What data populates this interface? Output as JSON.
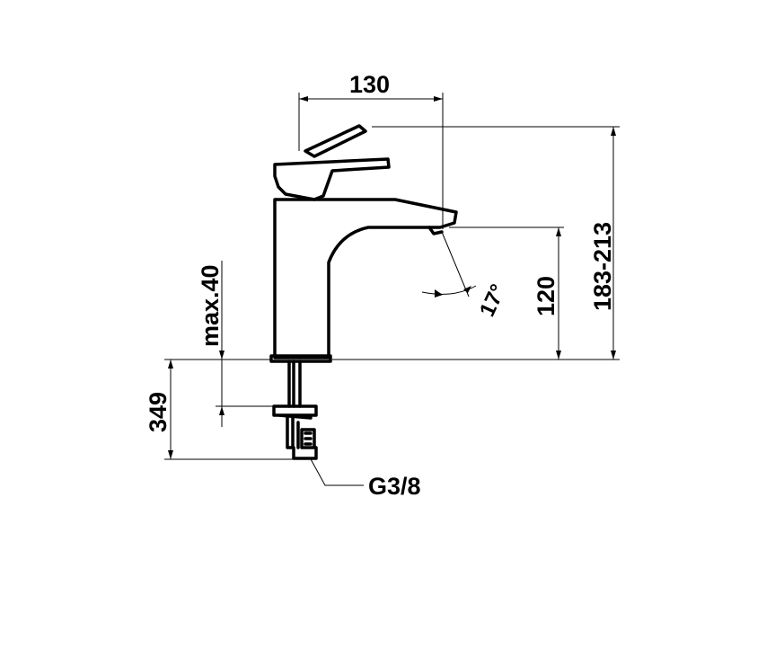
{
  "labels": {
    "width_130": "130",
    "height_183_213": "183-213",
    "height_120": "120",
    "angle_17": "17°",
    "max_40": "max.40",
    "depth_349": "349",
    "thread_g38": "G3/8"
  },
  "colors": {
    "line": "#000000",
    "background": "#ffffff"
  }
}
